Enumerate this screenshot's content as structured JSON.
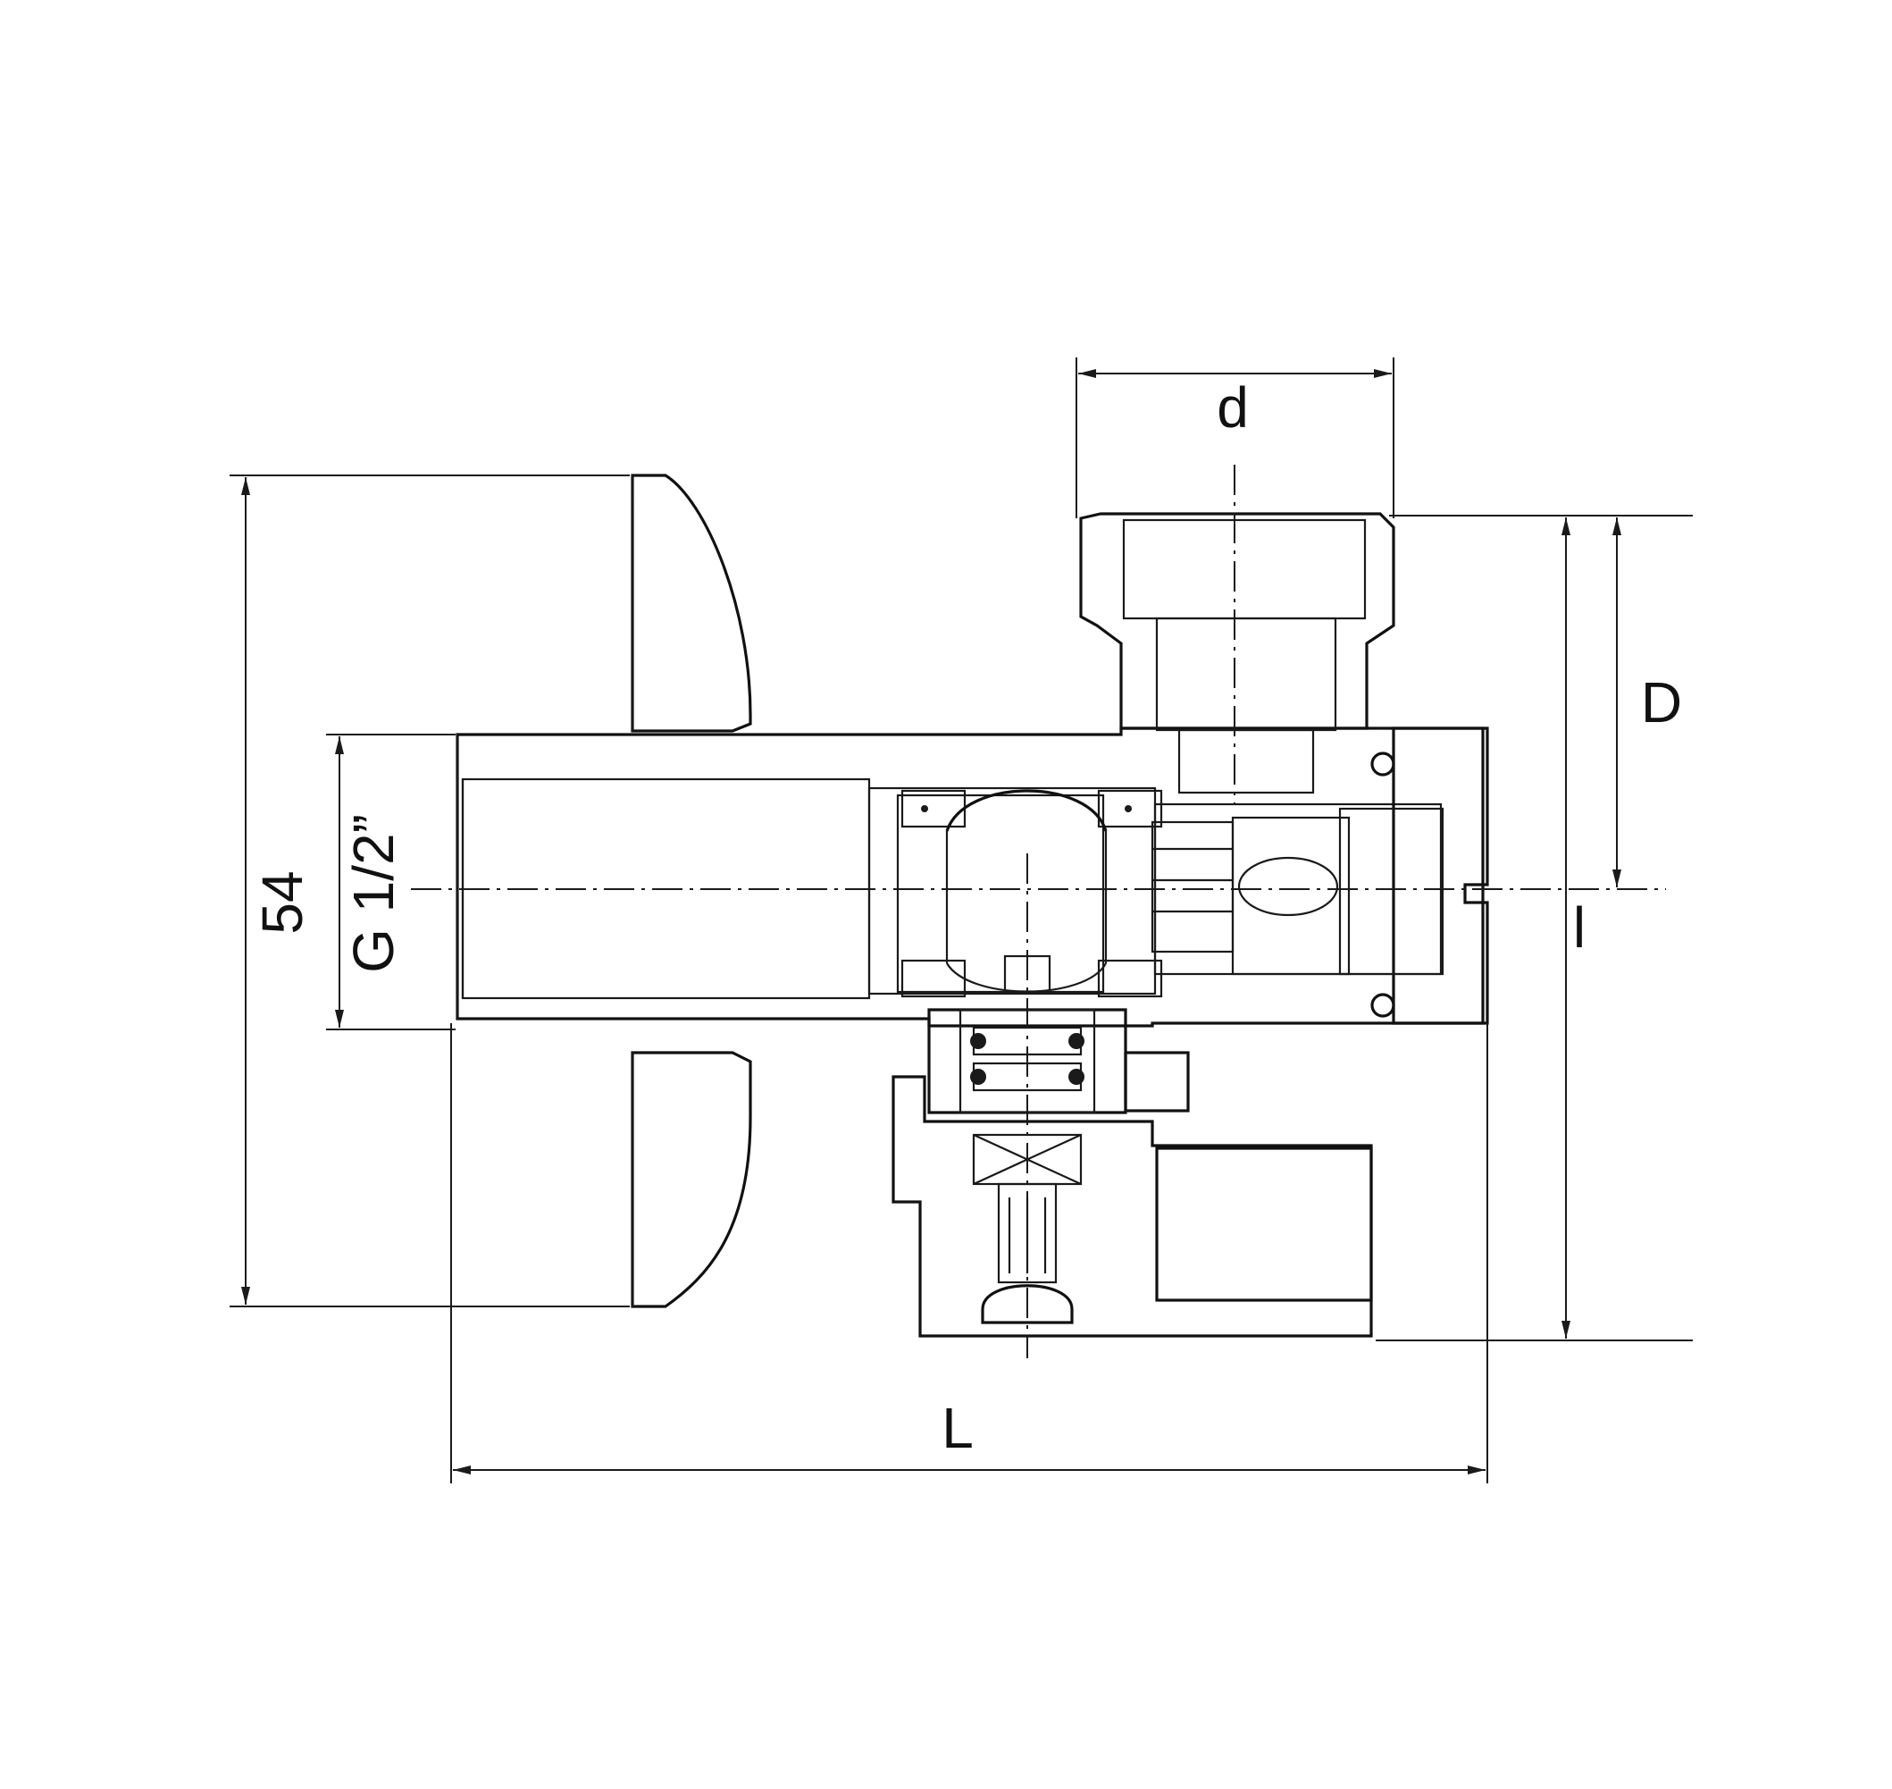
{
  "dimensions": {
    "top_width": "d",
    "right_outer": "D",
    "right_inner": "l",
    "left_height": "54",
    "thread": "G 1/2”",
    "bottom_length": "L"
  },
  "colors": {
    "line": "#1a1a1a",
    "background": "#ffffff"
  }
}
